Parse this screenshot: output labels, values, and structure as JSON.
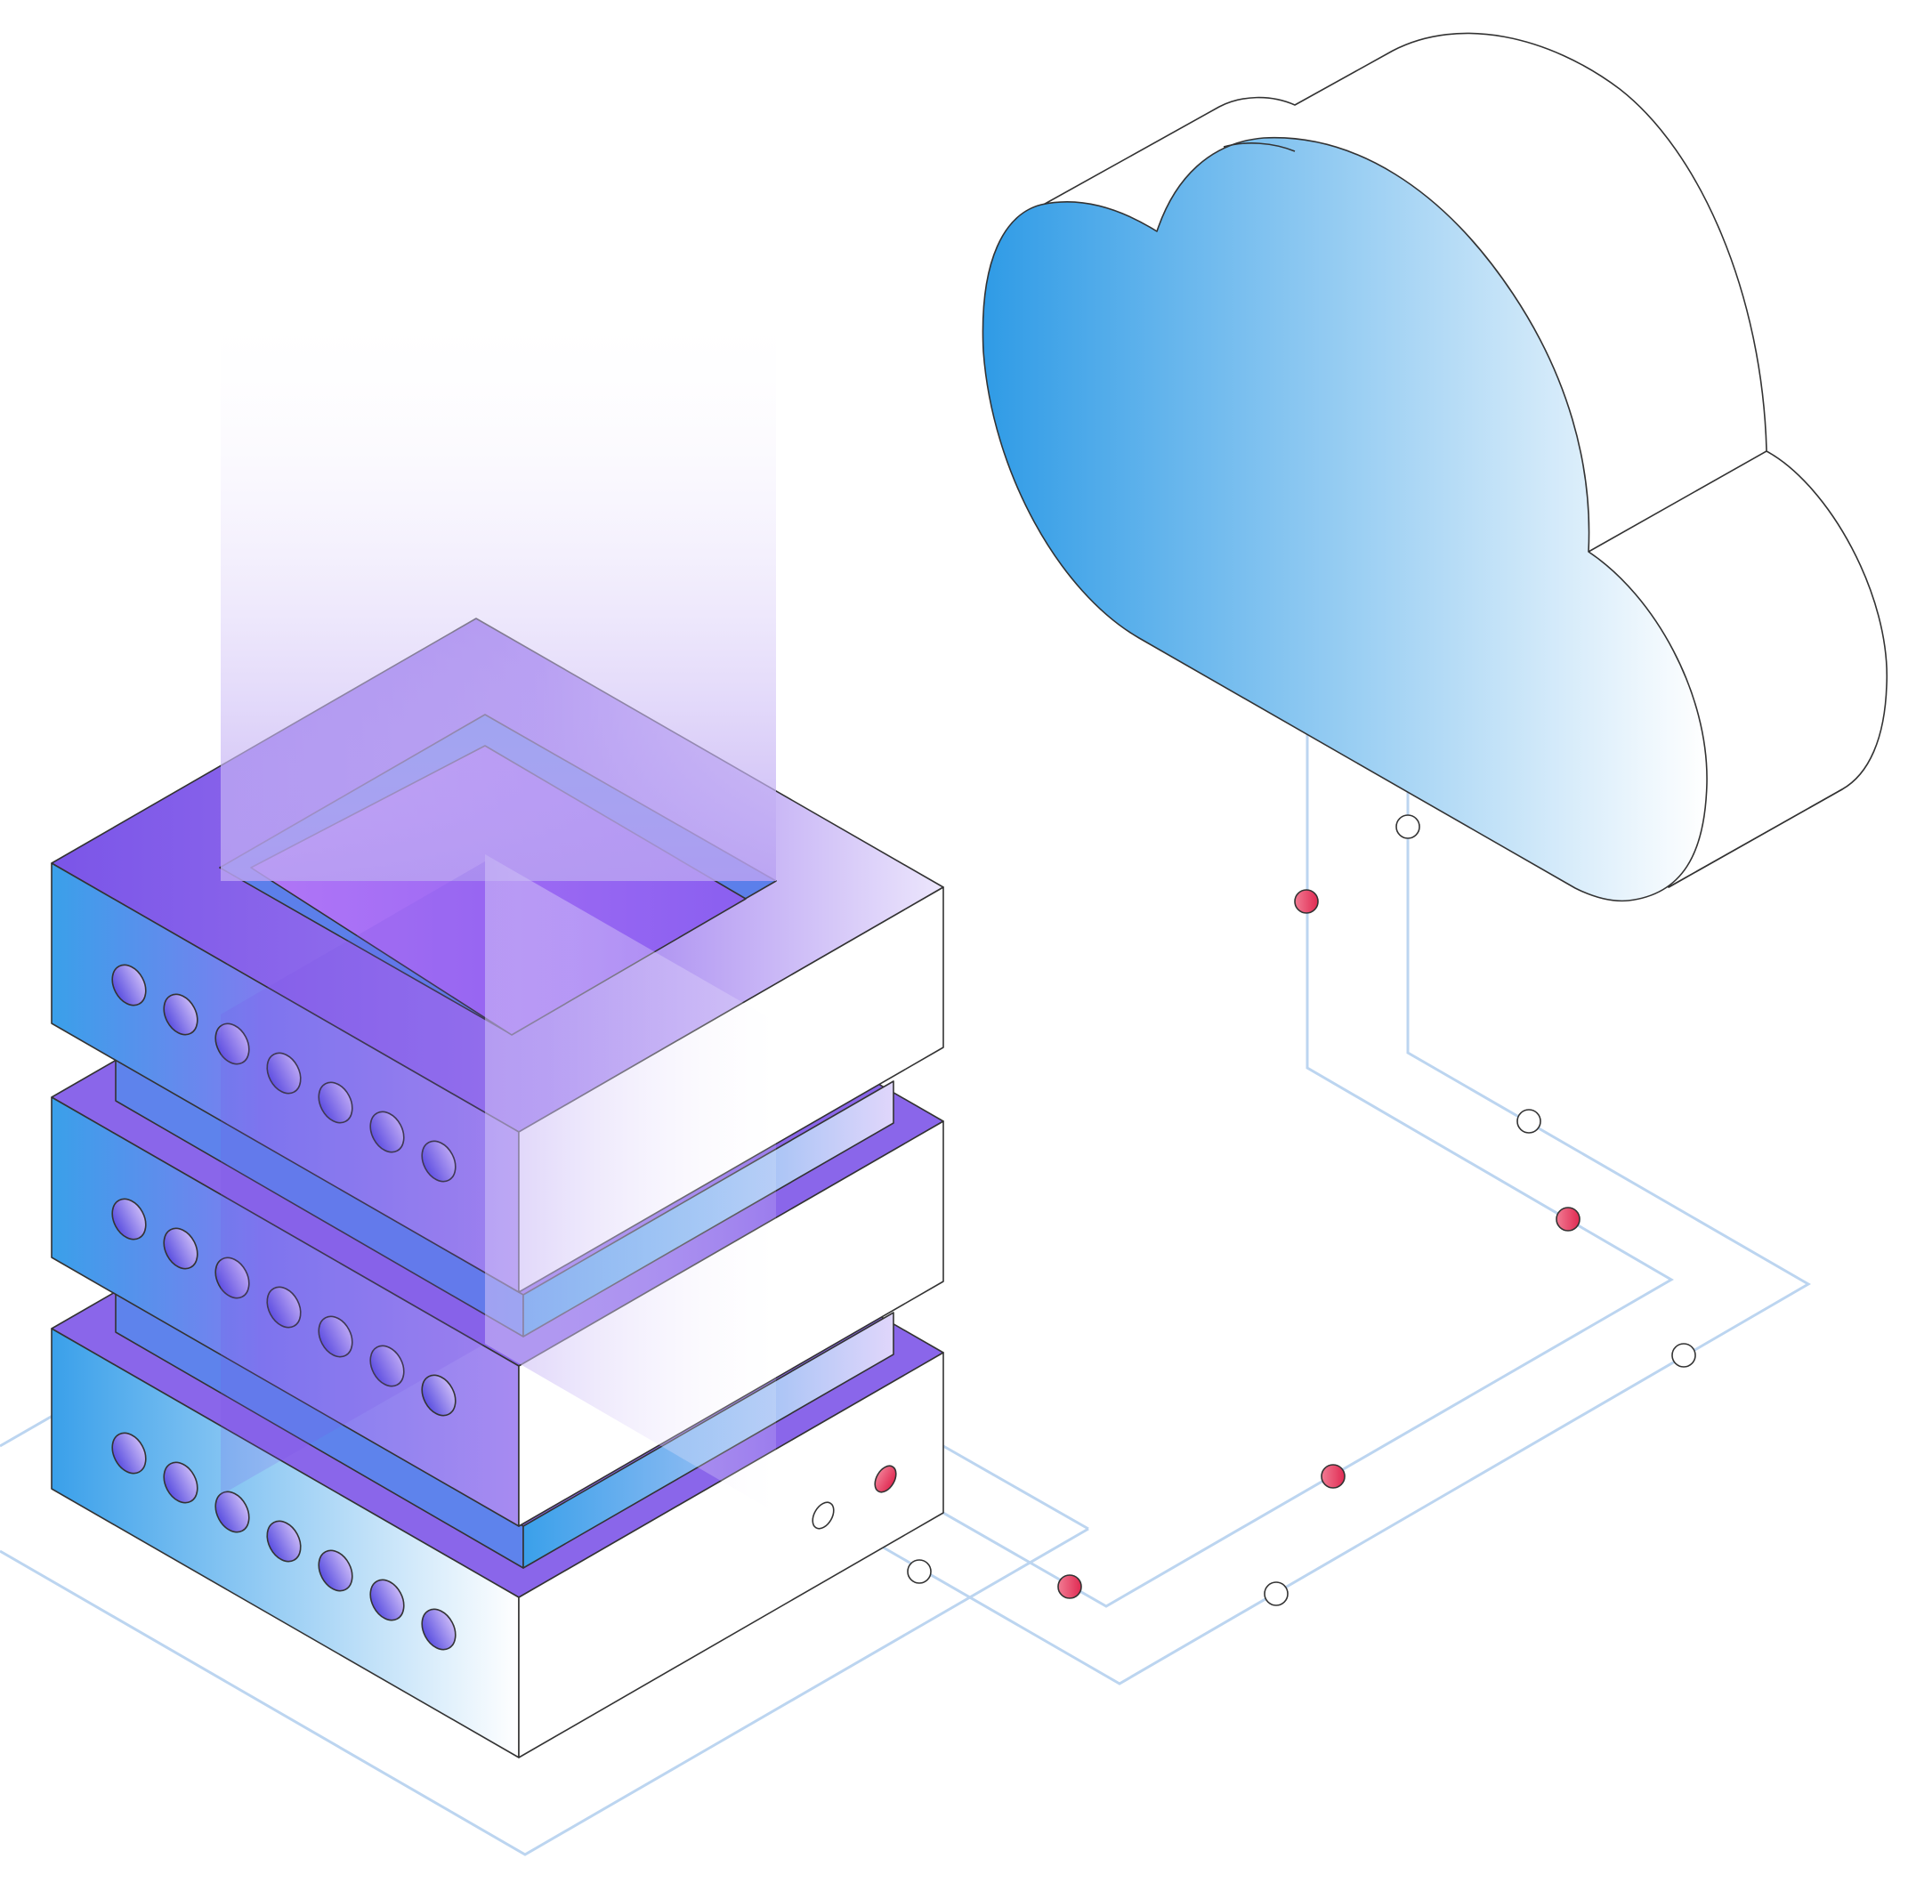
{
  "illustration": {
    "subject": "",
    "colors": {
      "outline": "#333333",
      "connector_line": "#bcd5f0",
      "cloud_gradient_start": "#2f9be6",
      "cloud_gradient_end": "#ffffff",
      "server_violet": "#7b55e8",
      "server_violet_light": "#a974f5",
      "server_blue": "#3aa0ea",
      "beam_violet": "#c9b6f5",
      "node_red": "#e8395e",
      "node_white": "#ffffff"
    },
    "server": {
      "unit_count": 3,
      "ports_per_unit": 7
    },
    "connectors": {
      "red_nodes": 5,
      "white_nodes": 6
    }
  }
}
